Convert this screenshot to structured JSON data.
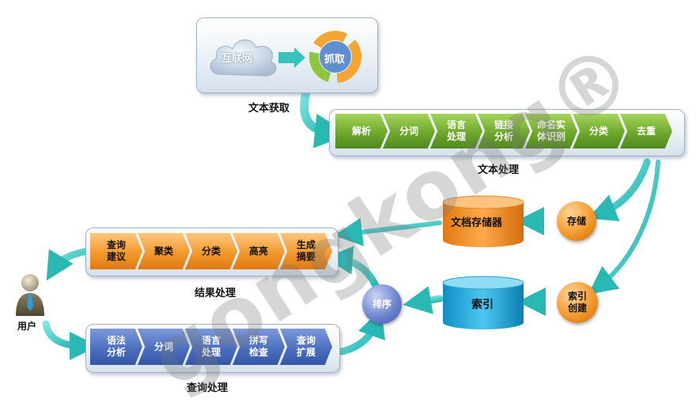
{
  "text_acquisition": {
    "internet": "互联网",
    "crawl": "抓取",
    "caption": "文本获取"
  },
  "text_processing": {
    "caption": "文本处理",
    "steps": [
      "解析",
      "分词",
      "语言\n处理",
      "链接\n分析",
      "命名实\n体识别",
      "分类",
      "去重"
    ]
  },
  "storage": {
    "store": "存储",
    "doc_store": "文档存储器"
  },
  "indexing": {
    "index_create": "索引\n创建",
    "index": "索引",
    "rank": "排序"
  },
  "result_processing": {
    "caption": "结果处理",
    "steps": [
      "查询\n建议",
      "聚类",
      "分类",
      "高亮",
      "生成\n摘要"
    ]
  },
  "query_processing": {
    "caption": "查询处理",
    "steps": [
      "语法\n分析",
      "分词",
      "语言\n处理",
      "拼写\n检查",
      "查询\n扩展"
    ]
  },
  "user": {
    "label": "用户"
  },
  "watermark": "gongkong®"
}
